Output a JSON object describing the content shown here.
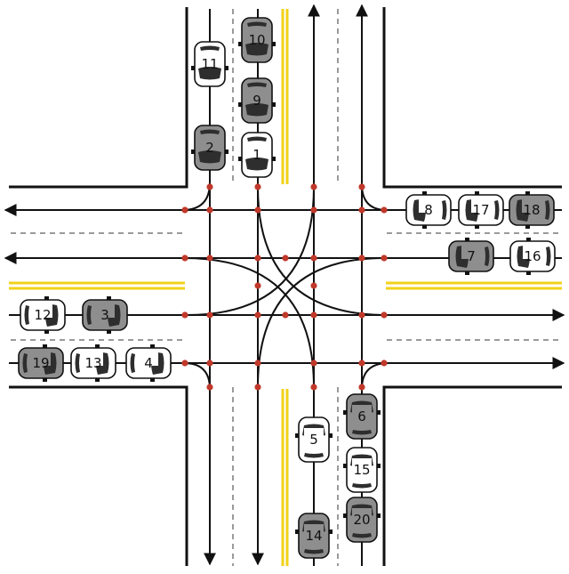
{
  "diagram": {
    "colors": {
      "background": "#ffffff",
      "line": "#111111",
      "lane_divider": "#9a9a9a",
      "center_line": "#f2d21a",
      "conflict_point": "#c0392b",
      "car_white": "#ffffff",
      "car_gray": "#8e8e8e",
      "windshield": "#2e2e2e"
    },
    "cars": [
      {
        "label": "1",
        "shade": "white",
        "heading": "south"
      },
      {
        "label": "2",
        "shade": "gray",
        "heading": "south"
      },
      {
        "label": "3",
        "shade": "gray",
        "heading": "east"
      },
      {
        "label": "4",
        "shade": "white",
        "heading": "east"
      },
      {
        "label": "5",
        "shade": "white",
        "heading": "north"
      },
      {
        "label": "6",
        "shade": "gray",
        "heading": "north"
      },
      {
        "label": "7",
        "shade": "gray",
        "heading": "west"
      },
      {
        "label": "8",
        "shade": "white",
        "heading": "west"
      },
      {
        "label": "9",
        "shade": "gray",
        "heading": "south"
      },
      {
        "label": "10",
        "shade": "gray",
        "heading": "south"
      },
      {
        "label": "11",
        "shade": "white",
        "heading": "south"
      },
      {
        "label": "12",
        "shade": "white",
        "heading": "east"
      },
      {
        "label": "13",
        "shade": "white",
        "heading": "east"
      },
      {
        "label": "14",
        "shade": "gray",
        "heading": "north"
      },
      {
        "label": "15",
        "shade": "white",
        "heading": "north"
      },
      {
        "label": "16",
        "shade": "white",
        "heading": "west"
      },
      {
        "label": "17",
        "shade": "white",
        "heading": "west"
      },
      {
        "label": "18",
        "shade": "gray",
        "heading": "west"
      },
      {
        "label": "19",
        "shade": "gray",
        "heading": "east"
      },
      {
        "label": "20",
        "shade": "gray",
        "heading": "north"
      }
    ]
  }
}
